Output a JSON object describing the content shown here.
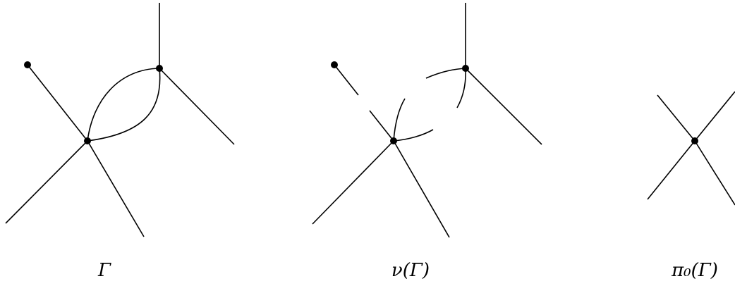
{
  "diagrams": [
    {
      "caption": "Γ"
    },
    {
      "caption": "ν(Γ)"
    },
    {
      "caption": "π₀(Γ)"
    }
  ]
}
